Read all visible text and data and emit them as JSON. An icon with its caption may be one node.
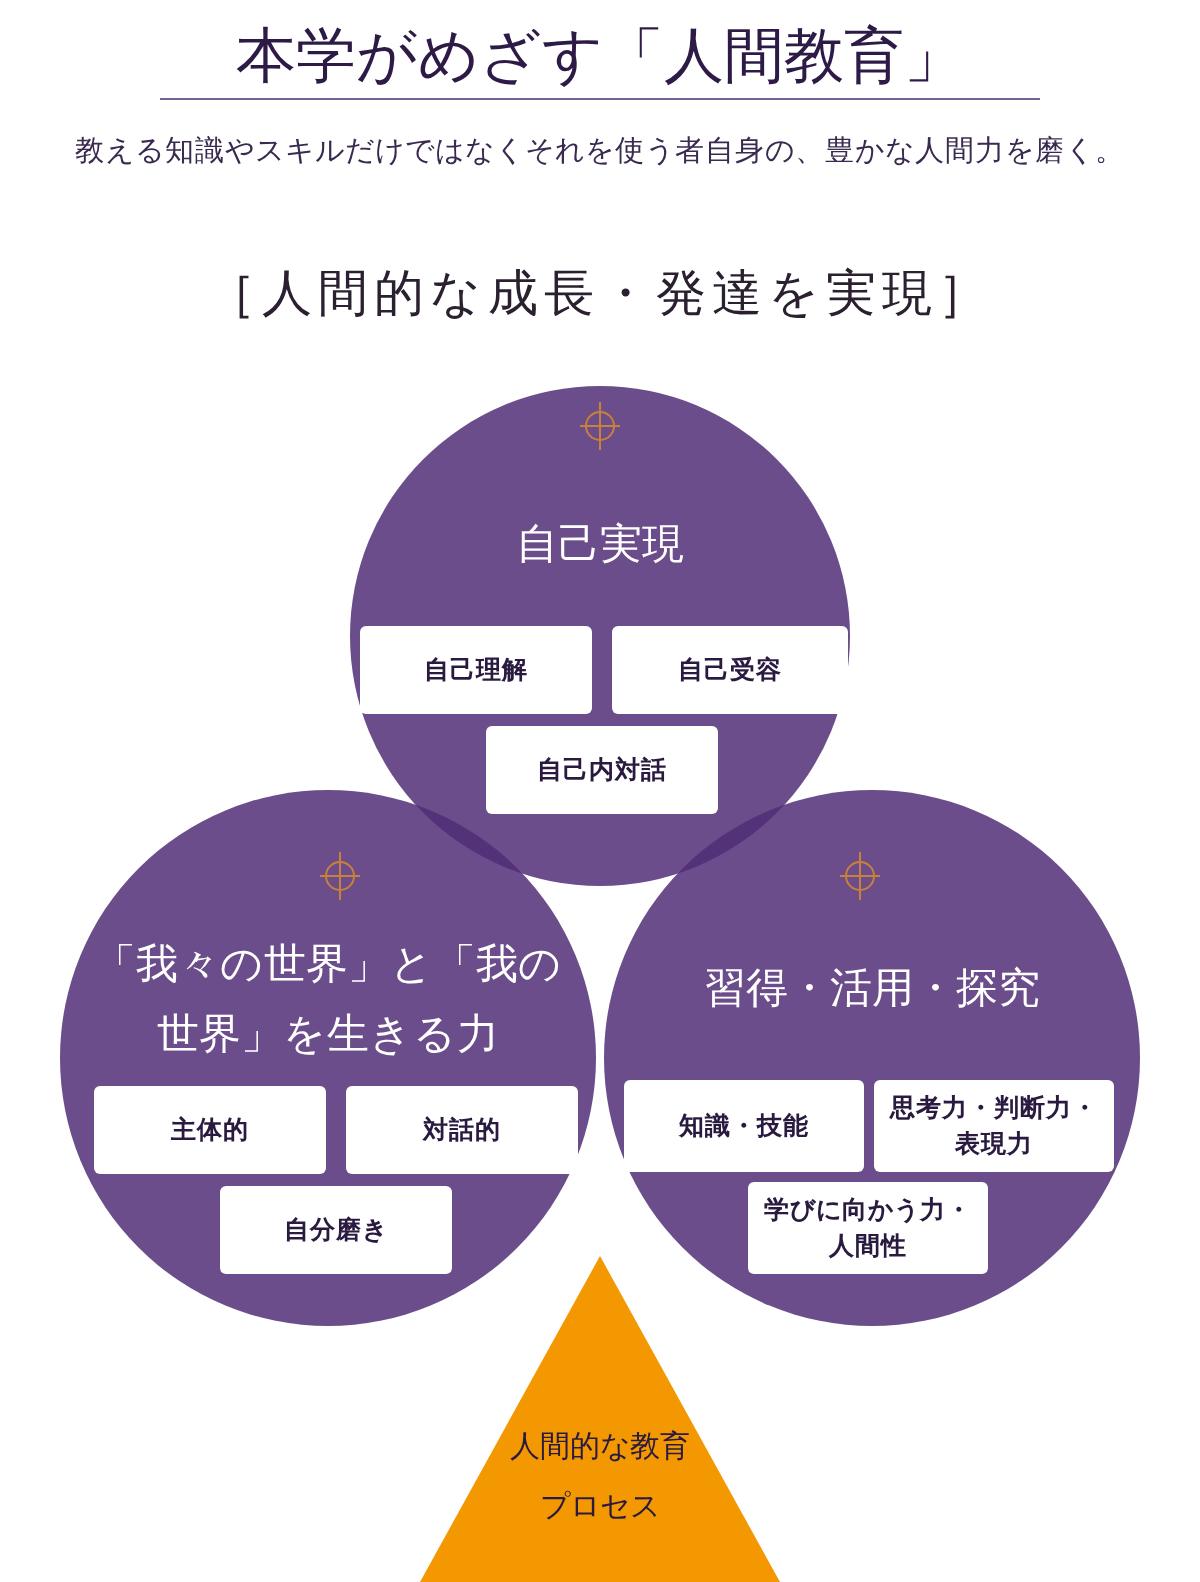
{
  "diagram": {
    "title": "本学がめざす「人間教育」",
    "nodes": [
      {
        "text": [
          "［人間的な成長・発達を実現］"
        ]
      },
      {
        "text": [
          "自己実現"
        ],
        "in": 0
      },
      {
        "text": [
          "自己理解"
        ],
        "in": 1
      },
      {
        "text": [
          "自己受容"
        ],
        "in": 1
      },
      {
        "text": [
          "自己内対話"
        ],
        "in": 1
      },
      {
        "text": [
          "「我々の世界」と「我の世界」を生きる力"
        ],
        "in": 0
      },
      {
        "text": [
          "主体的"
        ],
        "in": 5
      },
      {
        "text": [
          "対話的"
        ],
        "in": 5
      },
      {
        "text": [
          "自分磨き"
        ],
        "in": 5
      },
      {
        "text": [
          "習得・活用・探究"
        ],
        "in": 0
      },
      {
        "text": [
          "知識・技能"
        ],
        "in": 9
      },
      {
        "text": [
          "思考力・判断力・表現力"
        ],
        "in": 9
      },
      {
        "text": [
          "学びに向かう力・人間性"
        ],
        "in": 9
      },
      {
        "text": [
          "人間的な教育プロセス"
        ]
      }
    ],
    "labels": [
      "教える知識やスキルだけではなくそれを使う者自身の、豊かな人間力を磨く。"
    ]
  }
}
